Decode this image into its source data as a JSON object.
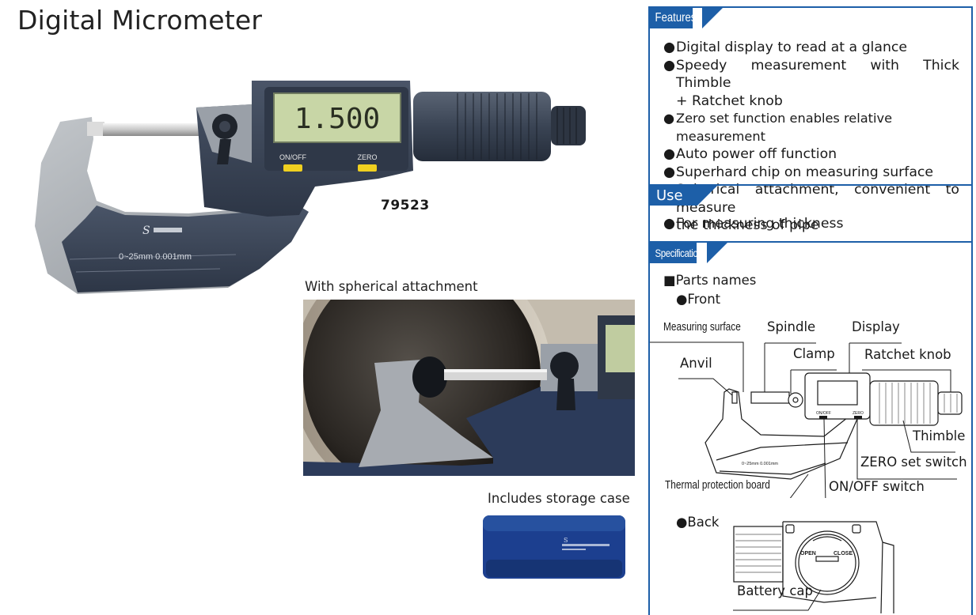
{
  "title": "Digital Micrometer",
  "product": {
    "model": "79523",
    "display_value": "1.500",
    "buttons": [
      "ON/OFF",
      "ZERO"
    ],
    "range_text": "0~25mm  0.001mm"
  },
  "captions": {
    "spherical": "With spherical attachment",
    "case": "Includes storage case"
  },
  "panel": {
    "features_heading": "Features",
    "features": [
      "Digital display to read at a glance",
      "Speedy measurement with Thick Thimble",
      "+ Ratchet knob",
      "Zero set function enables relative measurement",
      "Auto power off function",
      "Superhard chip on measuring surface",
      "Spherical attachment, convenient to measure",
      "the thickness of pipe"
    ],
    "use_heading": "Use",
    "uses": [
      "For measuring thickness"
    ],
    "specs_heading": "Specifications",
    "parts_heading": "Parts names",
    "front_label": "Front",
    "back_label": "Back",
    "front_parts": {
      "measuring_surface": "Measuring surface",
      "spindle": "Spindle",
      "display": "Display",
      "anvil": "Anvil",
      "clamp": "Clamp",
      "ratchet_knob": "Ratchet knob",
      "thimble": "Thimble",
      "zero_set_switch": "ZERO set switch",
      "thermal_protection_board": "Thermal protection board",
      "onoff_switch": "ON/OFF switch"
    },
    "back_parts": {
      "battery_cap": "Battery cap",
      "open": "OPEN",
      "close": "CLOSE"
    }
  },
  "colors": {
    "accent": "#1d5fa8",
    "body_dark": "#3b4657",
    "frame_grey": "#a9adb2",
    "lcd": "#c8d6a6",
    "button_yellow": "#f0d020",
    "case_blue": "#1c3f8f"
  }
}
